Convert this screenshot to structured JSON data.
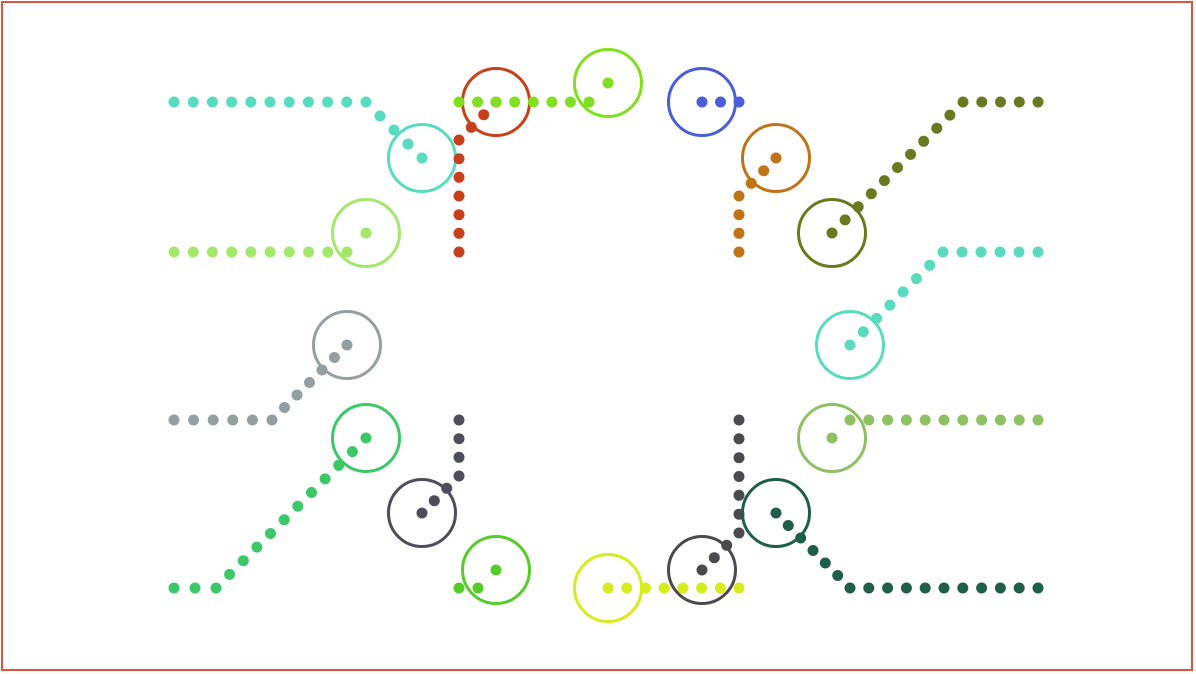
{
  "diagram": {
    "frame_color": "#d9553f",
    "connectors": [
      {
        "color": "#57dcc0",
        "side": "top-left"
      },
      {
        "color": "#a3e86a",
        "side": "left"
      },
      {
        "color": "#c8401b",
        "side": "top-left-inner"
      },
      {
        "color": "#80e020",
        "side": "top"
      },
      {
        "color": "#4a5ed8",
        "side": "top"
      },
      {
        "color": "#c07418",
        "side": "top-right-inner"
      },
      {
        "color": "#687a20",
        "side": "top-right"
      },
      {
        "color": "#5adbc0",
        "side": "right"
      },
      {
        "color": "#939fa0",
        "side": "left"
      },
      {
        "color": "#3cc868",
        "side": "bottom-left"
      },
      {
        "color": "#4e4d5c",
        "side": "bottom-left-inner"
      },
      {
        "color": "#55cc28",
        "side": "bottom"
      },
      {
        "color": "#d6ec1c",
        "side": "bottom"
      },
      {
        "color": "#4c4a4e",
        "side": "bottom-right-inner"
      },
      {
        "color": "#8fc064",
        "side": "right"
      },
      {
        "color": "#1f5e48",
        "side": "bottom-right"
      }
    ]
  }
}
